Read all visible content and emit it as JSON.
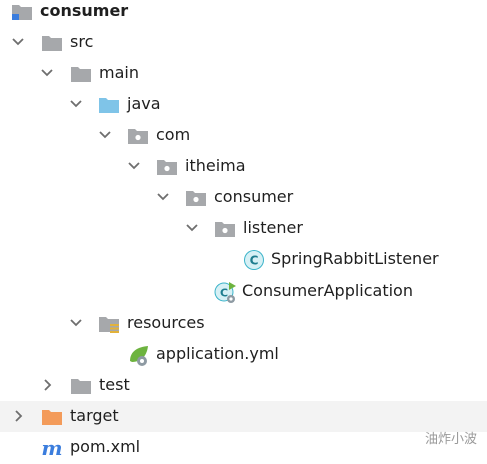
{
  "tree": {
    "root": {
      "label": "consumer",
      "expanded": true
    },
    "src": {
      "label": "src",
      "expanded": true
    },
    "main": {
      "label": "main",
      "expanded": true
    },
    "java": {
      "label": "java",
      "expanded": true
    },
    "com": {
      "label": "com",
      "expanded": true
    },
    "itheima": {
      "label": "itheima",
      "expanded": true
    },
    "consumer_pkg": {
      "label": "consumer",
      "expanded": true
    },
    "listener": {
      "label": "listener",
      "expanded": true
    },
    "spring_rabbit_listener": {
      "label": "SpringRabbitListener"
    },
    "consumer_application": {
      "label": "ConsumerApplication"
    },
    "resources": {
      "label": "resources",
      "expanded": true
    },
    "application_yml": {
      "label": "application.yml"
    },
    "test": {
      "label": "test",
      "expanded": false
    },
    "target": {
      "label": "target",
      "expanded": false,
      "selected": true
    },
    "pom": {
      "label": "pom.xml"
    }
  },
  "watermark": {
    "text": "油炸小波"
  },
  "colors": {
    "folder_gray": "#a6a8ab",
    "folder_blue": "#7fc4e8",
    "folder_orange": "#f39b5a",
    "class_teal": "#3ab3c9",
    "spring_green": "#6db33f",
    "maven_blue": "#3b7ddd",
    "chevron": "#6e6e6e",
    "selection": "#f3f3f3"
  }
}
